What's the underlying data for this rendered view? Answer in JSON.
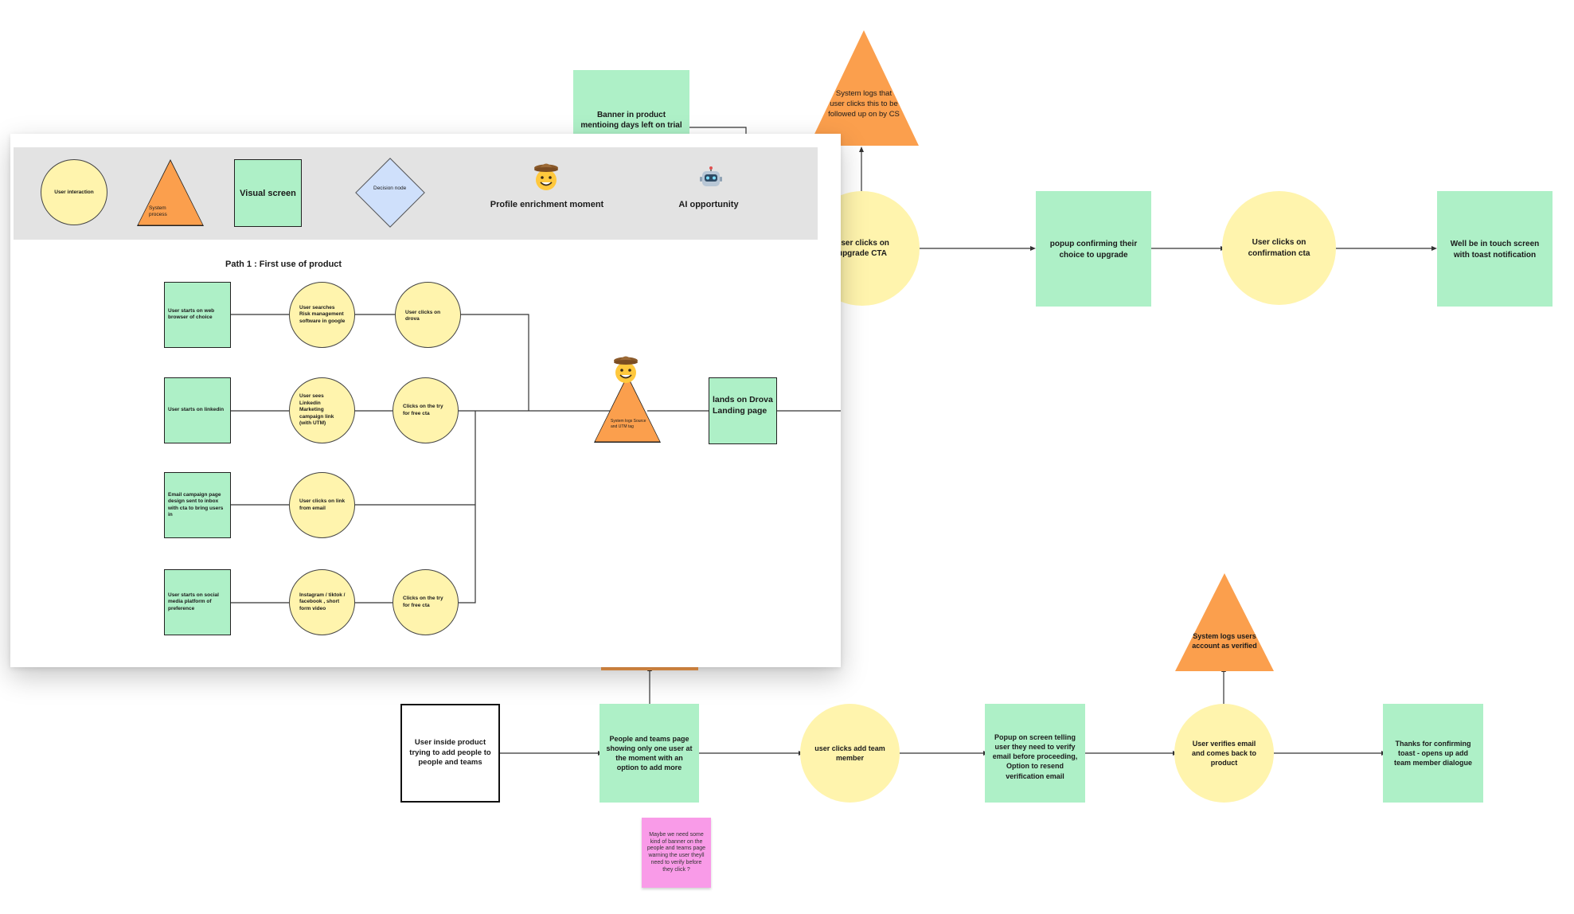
{
  "canvas": {
    "banner_trial": "Banner in product mentioing days left on trial",
    "system_logs_cs": "System logs that user clicks this to be followed up on by CS",
    "user_clicks_upgrade": "User clicks on upgrade CTA",
    "popup_confirm": "popup confirming their choice to upgrade",
    "user_clicks_confirm": "User clicks on confirmation cta",
    "well_be_in_touch": "Well be in touch screen with toast notification",
    "system_logs_verified": "System logs users account as verified",
    "user_inside_product": "User inside product trying to add people to people and teams",
    "people_teams_page": "People and teams page showing only one user at the moment with an option to add more",
    "user_clicks_add_team": "user clicks add team member",
    "popup_verify": "Popup on screen telling user they need to verify email before proceeding, Option to resend verification email",
    "user_verifies_email": "User verifies email and comes back to product",
    "thanks_confirming": "Thanks for confirming toast - opens up add team member dialogue",
    "sticky_note": "Maybe we need some kind of banner on the people and teams page warning the user theyll need to verify before they click ?"
  },
  "legend": {
    "user_interaction": "User interaction",
    "system_process": "System process",
    "visual_screen": "Visual screen",
    "decision_node": "Decision node",
    "profile_enrichment": "Profile enrichment moment",
    "ai_opportunity": "AI opportunity"
  },
  "path1": {
    "title": "Path 1 : First use of product",
    "web_browser": "User starts on web browser of choice",
    "searches": "User searches Risk management software in google",
    "clicks_drova": "User clicks on drova",
    "linkedin": "User starts on linkedin",
    "sees_linkedin": "User sees Linkedin Marketing campaign link (with UTM)",
    "clicks_try_1": "Clicks on the try for free cta",
    "email_campaign": "Email campaign page design sent to inbox with cta to bring users in",
    "clicks_link_email": "User clicks on link from email",
    "social_media": "User starts on social media platform of preference",
    "short_form": "Instagram / tiktok / facebook , short form video",
    "clicks_try_2": "Clicks on the try for free cta",
    "system_logs_source": "System logs Source and UTM tag",
    "lands_on": "lands on Drova Landing page"
  },
  "colors": {
    "screen_green": "#aef0c7",
    "interaction_yellow": "#fff4ad",
    "system_orange": "#fb9f4d",
    "decision_blue": "#cfe0fb",
    "sticky_pink": "#f99be8",
    "legend_gray": "#e3e3e3"
  },
  "icons": {
    "profile": "cowboy-face-emoji",
    "ai": "robot-face-emoji"
  }
}
